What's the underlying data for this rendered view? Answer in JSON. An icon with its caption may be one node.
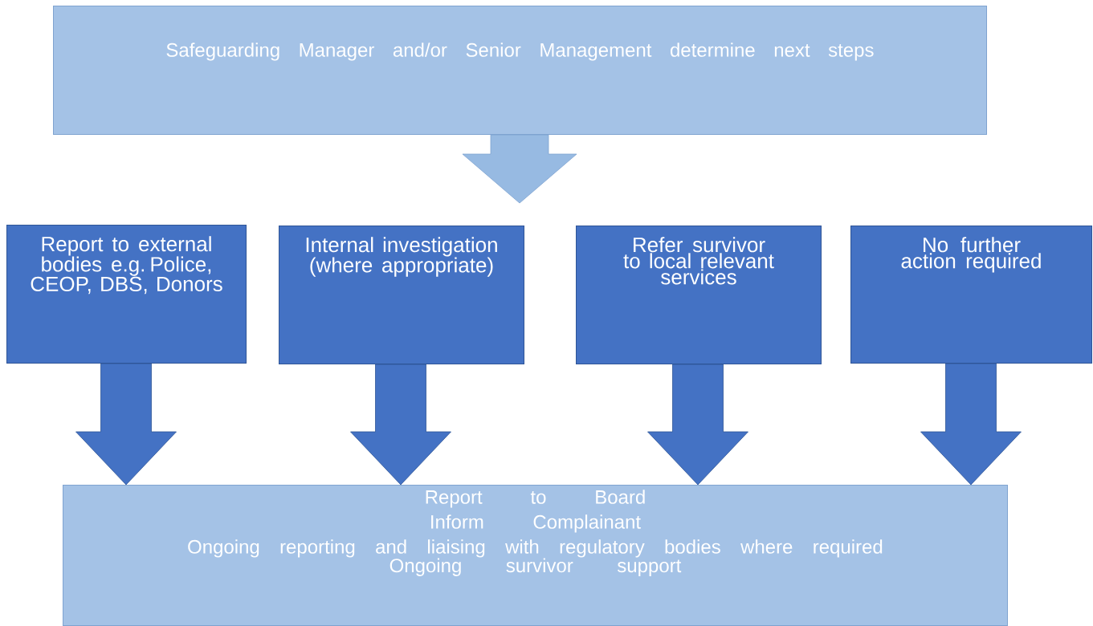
{
  "diagram": {
    "nodes": [
      {
        "text": [
          "Safeguarding Manager and/or Senior Management determine next steps"
        ]
      },
      {
        "text": [
          "Report to external bodies e.g. Police, CEOP, DBS, Donors"
        ]
      },
      {
        "text": [
          "Internal investigation (where appropriate)"
        ]
      },
      {
        "text": [
          "Refer survivor to local relevant services"
        ]
      },
      {
        "text": [
          "No further action required"
        ]
      },
      {
        "text": [
          "Report to Board",
          "Inform Complainant",
          "Ongoing reporting and liaising with regulatory bodies where required",
          "Ongoing survivor support"
        ]
      }
    ],
    "edges": [
      {
        "from": 0,
        "to": null,
        "arrow": "to"
      },
      {
        "from": 1,
        "to": 5,
        "arrow": "to"
      },
      {
        "from": 2,
        "to": 5,
        "arrow": "to"
      },
      {
        "from": 3,
        "to": 5,
        "arrow": "to"
      },
      {
        "from": 4,
        "to": 5,
        "arrow": "to"
      }
    ]
  }
}
